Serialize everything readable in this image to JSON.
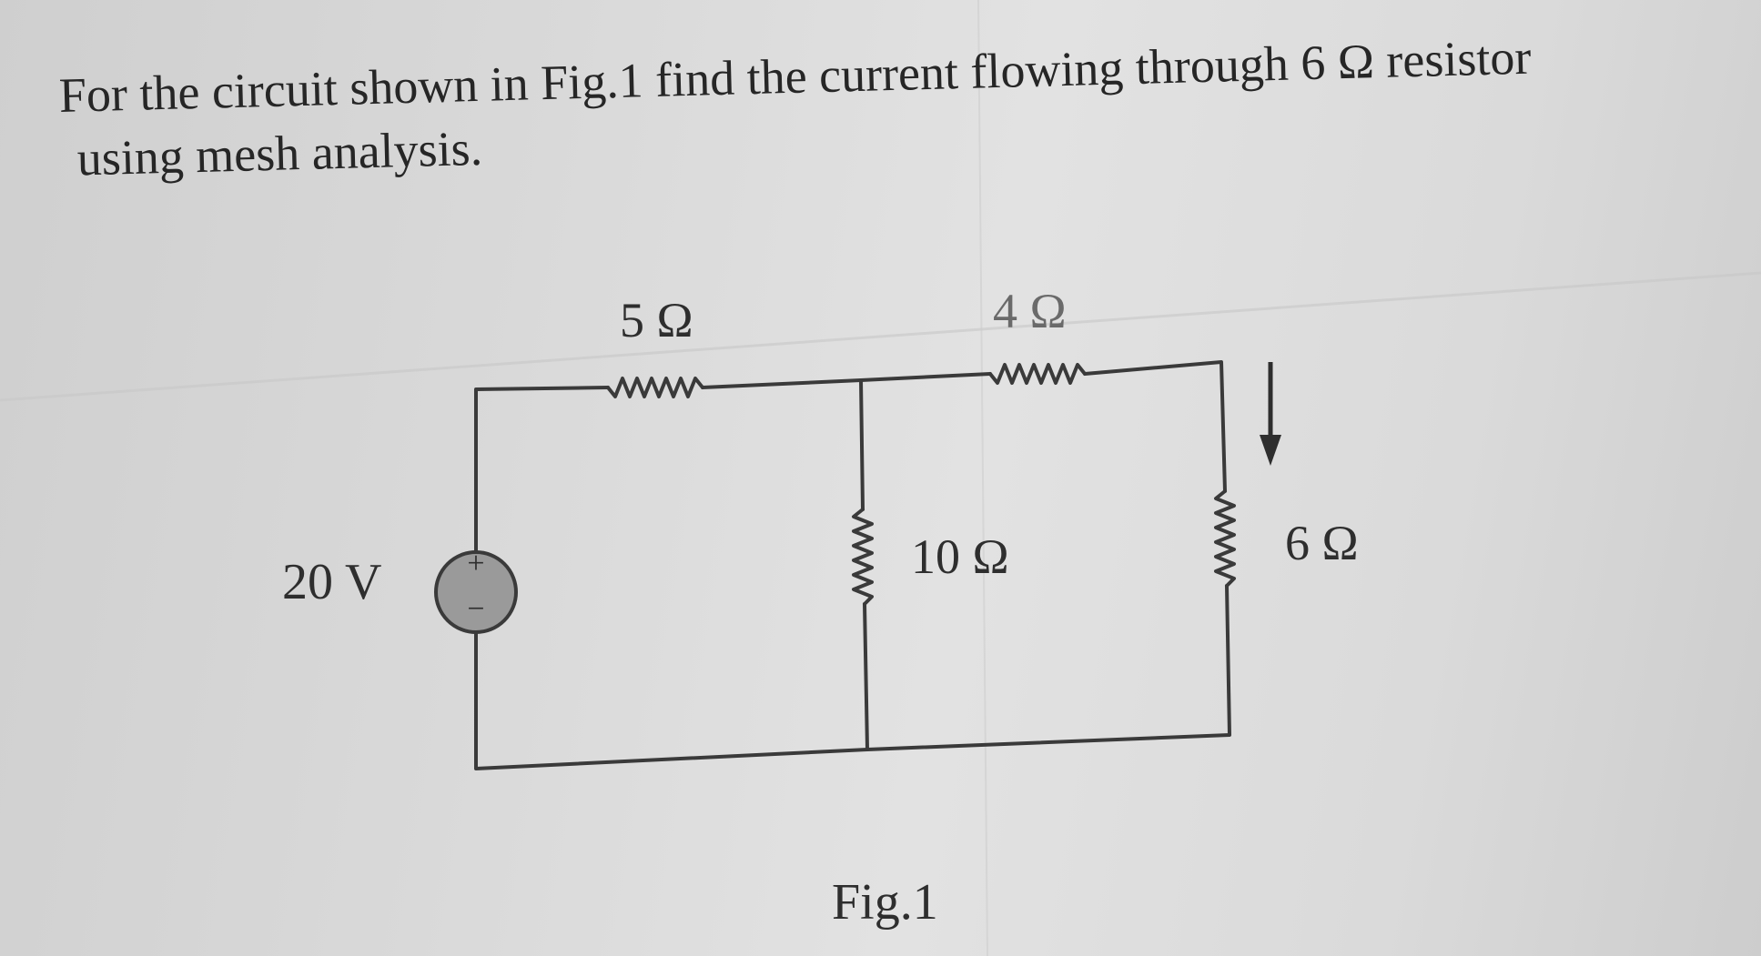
{
  "question": {
    "line1": "For the circuit shown in Fig.1 find the current flowing through 6 Ω resistor",
    "line2": "using mesh analysis."
  },
  "circuit": {
    "source_label": "20 V",
    "source_plus": "+",
    "source_minus": "−",
    "r1_label": "5 Ω",
    "r2_label": "4 Ω",
    "r3_label": "10 Ω",
    "r4_label": "6 Ω",
    "figure_caption": "Fig.1"
  },
  "colors": {
    "wire": "#3a3a3a",
    "source_fill": "#9a9a9a",
    "paper": "#dadada"
  },
  "icons": {
    "current_arrow": "arrow-down-icon",
    "voltage_source": "voltage-source-icon",
    "resistor": "zigzag-resistor-icon"
  }
}
